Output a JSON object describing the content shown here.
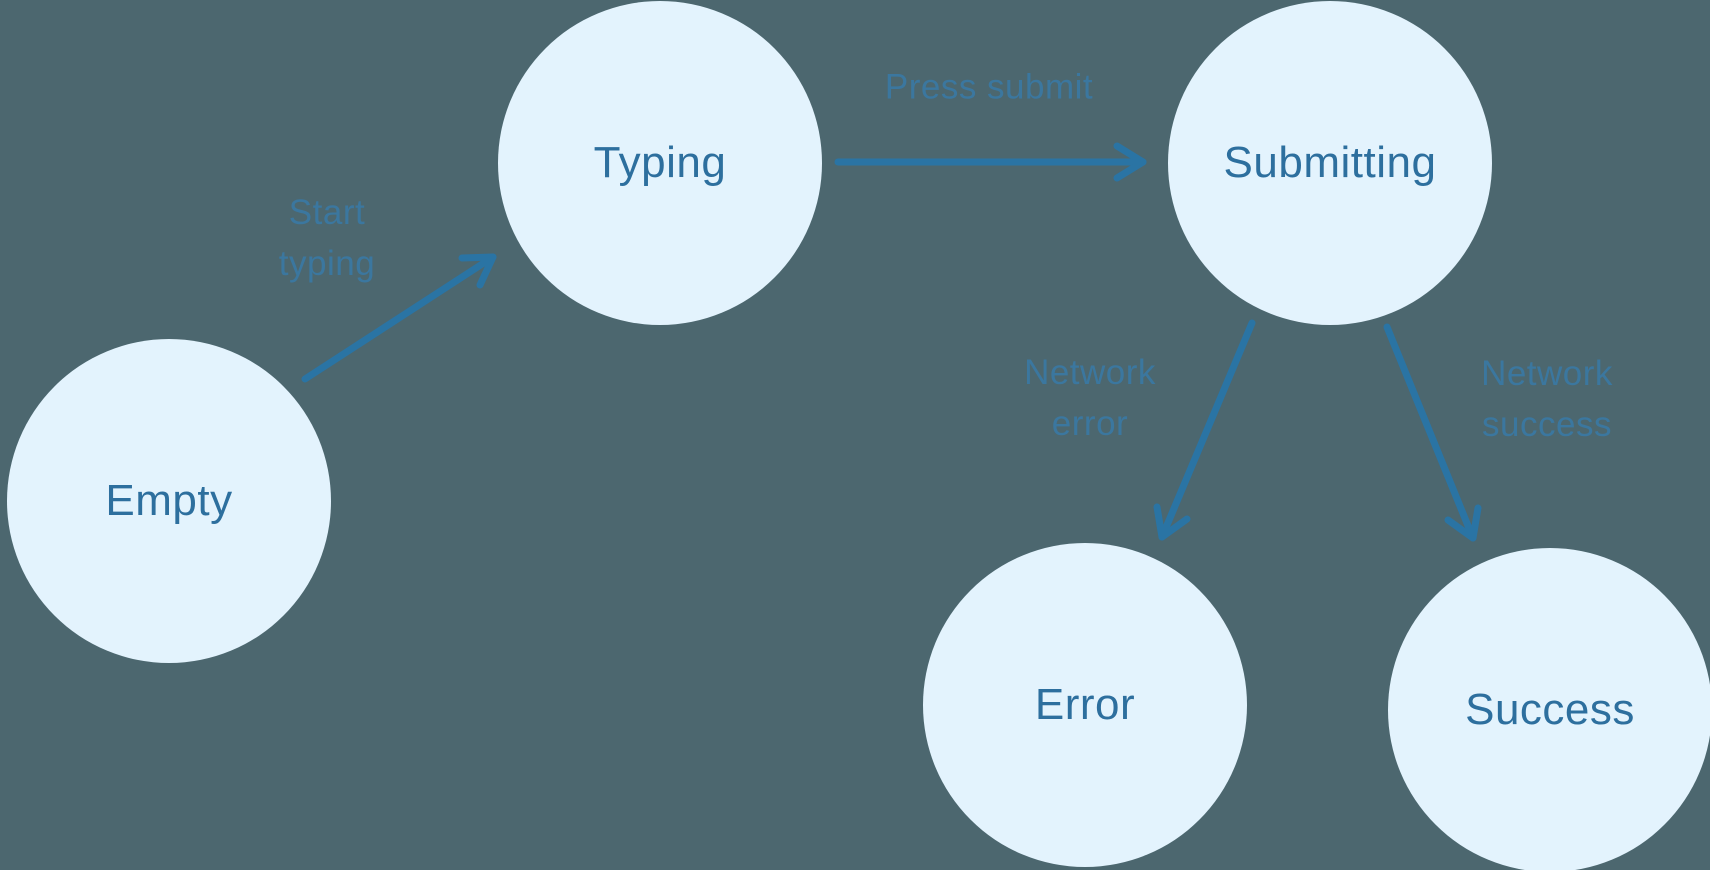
{
  "diagram": {
    "type": "state-machine",
    "nodes": [
      {
        "id": "empty",
        "label": "Empty"
      },
      {
        "id": "typing",
        "label": "Typing"
      },
      {
        "id": "submitting",
        "label": "Submitting"
      },
      {
        "id": "error",
        "label": "Error"
      },
      {
        "id": "success",
        "label": "Success"
      }
    ],
    "edges": [
      {
        "from": "empty",
        "to": "typing",
        "label": "Start typing",
        "label_lines": [
          "Start",
          "typing"
        ]
      },
      {
        "from": "typing",
        "to": "submitting",
        "label": "Press submit",
        "label_lines": [
          "Press submit"
        ]
      },
      {
        "from": "submitting",
        "to": "error",
        "label": "Network error",
        "label_lines": [
          "Network",
          "error"
        ]
      },
      {
        "from": "submitting",
        "to": "success",
        "label": "Network success",
        "label_lines": [
          "Network",
          "success"
        ]
      }
    ],
    "colors": {
      "background": "#4c676f",
      "node_fill": "#e3f3fd",
      "node_text": "#2d6f9e",
      "arrow": "#2a74a4",
      "edge_label_text": "#3b779f"
    }
  }
}
